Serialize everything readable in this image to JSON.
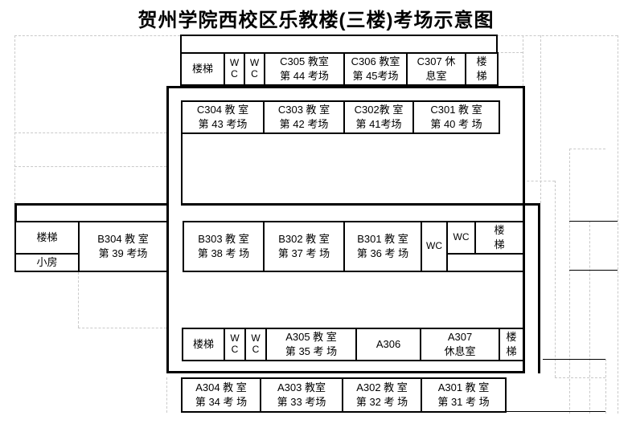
{
  "title": "贺州学院西校区乐教楼(三楼)考场示意图",
  "colors": {
    "wall": "#000000",
    "gridline": "#c9c9c9",
    "background": "#ffffff"
  },
  "rooms": {
    "stair_top_left": {
      "label": "楼梯"
    },
    "wc_top_1": {
      "l1": "W",
      "l2": "C"
    },
    "wc_top_2": {
      "l1": "W",
      "l2": "C"
    },
    "c305": {
      "l1": "C305 教室",
      "l2": "第 44 考场"
    },
    "c306": {
      "l1": "C306 教室",
      "l2": "第 45考场"
    },
    "c307": {
      "l1": "C307 休",
      "l2": "息室"
    },
    "stair_top_right": {
      "l1": "楼",
      "l2": "梯"
    },
    "c304": {
      "l1": "C304 教 室",
      "l2": "第 43 考场"
    },
    "c303": {
      "l1": "C303 教 室",
      "l2": "第 42 考场"
    },
    "c302": {
      "l1": "C302教 室",
      "l2": "第 41考场"
    },
    "c301": {
      "l1": "C301 教 室",
      "l2": "第 40 考 场"
    },
    "stair_west": {
      "label": "楼梯"
    },
    "xiaofang": {
      "label": "小房"
    },
    "b304": {
      "l1": "B304 教 室",
      "l2": "第 39 考场"
    },
    "b303": {
      "l1": "B303 教 室",
      "l2": "第 38 考 场"
    },
    "b302": {
      "l1": "B302 教 室",
      "l2": "第 37 考 场"
    },
    "b301": {
      "l1": "B301 教 室",
      "l2": "第 36 考 场"
    },
    "wc_mid_1": {
      "label": "WC"
    },
    "wc_mid_2": {
      "label": "WC"
    },
    "stair_mid_right": {
      "l1": "楼",
      "l2": "梯"
    },
    "stair_low_left": {
      "label": "楼梯"
    },
    "wc_low_1": {
      "l1": "W",
      "l2": "C"
    },
    "wc_low_2": {
      "l1": "W",
      "l2": "C"
    },
    "a305": {
      "l1": "A305 教 室",
      "l2": "第 35 考 场"
    },
    "a306": {
      "label": "A306"
    },
    "a307": {
      "l1": "A307",
      "l2": "休息室"
    },
    "stair_low_right": {
      "l1": "楼",
      "l2": "梯"
    },
    "a304": {
      "l1": "A304 教 室",
      "l2": "第 34 考 场"
    },
    "a303": {
      "l1": "A303 教室",
      "l2": "第 33 考场"
    },
    "a302": {
      "l1": "A302 教 室",
      "l2": "第 32 考 场"
    },
    "a301": {
      "l1": "A301 教 室",
      "l2": "第 31 考 场"
    }
  }
}
